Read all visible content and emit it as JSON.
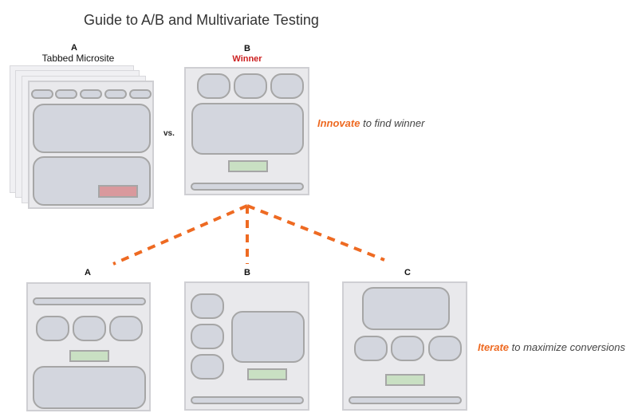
{
  "title": "Guide to A/B and Multivariate Testing",
  "top_a": {
    "label": "A",
    "sublabel": "Tabbed Microsite"
  },
  "vs_label": "vs.",
  "top_b": {
    "label": "B",
    "sublabel": "Winner"
  },
  "innovate": {
    "highlight": "Innovate",
    "rest": " to find winner"
  },
  "bottom": {
    "a_label": "A",
    "b_label": "B",
    "c_label": "C"
  },
  "iterate": {
    "highlight": "Iterate",
    "rest": " to maximize conversions"
  },
  "colors": {
    "highlight": "#ee6a22",
    "winner": "#cc1f1f",
    "cta_green": "#c9e0c3",
    "cta_red": "#d9999d",
    "block_fill": "#d3d6de",
    "page_fill": "#e9e9ec"
  }
}
